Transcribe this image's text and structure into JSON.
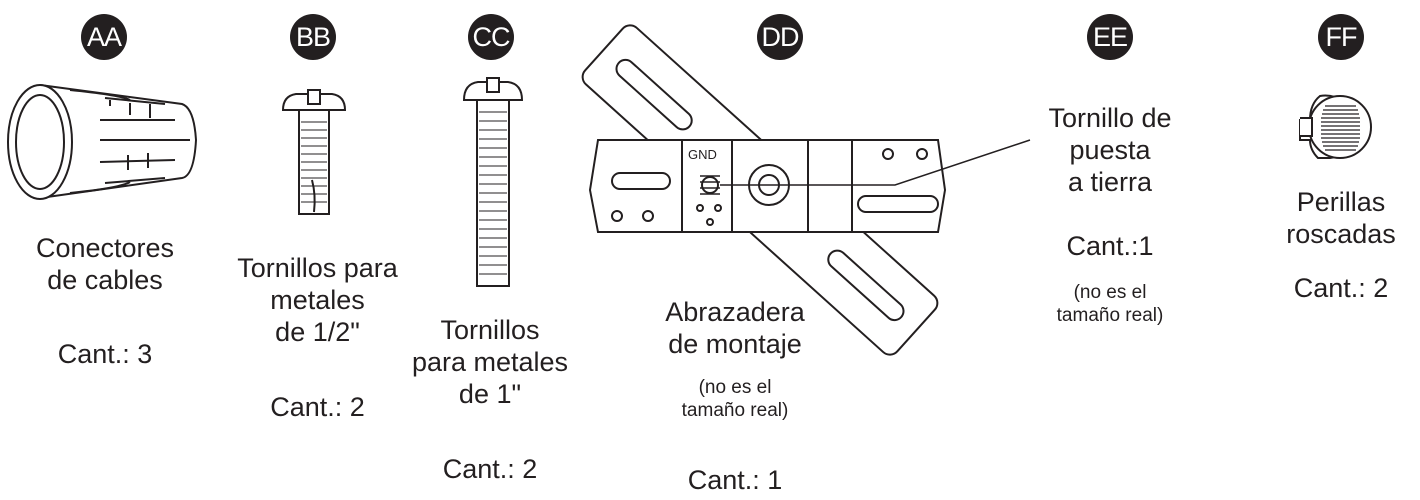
{
  "parts": [
    {
      "badge": "AA",
      "name_lines": [
        "Conectores",
        "de cables"
      ],
      "qty": "Cant.: 3"
    },
    {
      "badge": "BB",
      "name_lines": [
        "Tornillos para",
        "metales",
        "de 1/2\""
      ],
      "qty": "Cant.: 2"
    },
    {
      "badge": "CC",
      "name_lines": [
        "Tornillos",
        "para metales",
        "de 1\""
      ],
      "qty": "Cant.: 2"
    },
    {
      "badge": "DD",
      "name_lines": [
        "Abrazadera",
        "de montaje"
      ],
      "note_lines": [
        "(no es el",
        "tamaño real)"
      ],
      "qty": "Cant.: 1",
      "gnd_label": "GND"
    },
    {
      "badge": "EE",
      "name_lines": [
        "Tornillo de",
        "puesta",
        "a tierra"
      ],
      "qty": "Cant.:1",
      "note_lines": [
        "(no es el",
        "tamaño real)"
      ]
    },
    {
      "badge": "FF",
      "name_lines": [
        "Perillas",
        "roscadas"
      ],
      "qty": "Cant.: 2"
    }
  ],
  "colors": {
    "ink": "#231f20",
    "paper": "#ffffff"
  }
}
